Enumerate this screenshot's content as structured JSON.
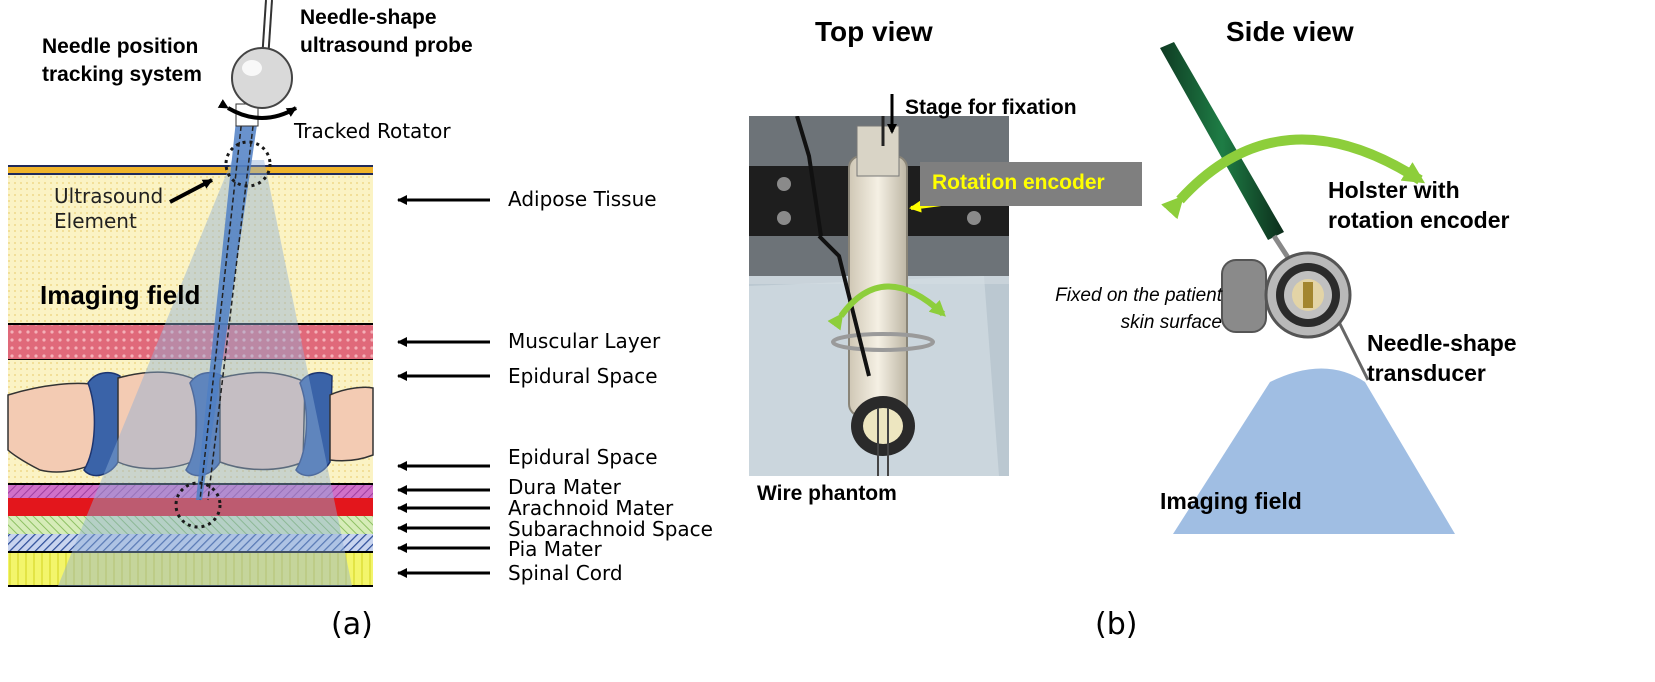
{
  "panel_a": {
    "caption": "(a)",
    "probe_label": [
      "Needle-shape",
      "ultrasound probe"
    ],
    "tracking_label": [
      "Needle position",
      "tracking system"
    ],
    "rotator_label": "Tracked Rotator",
    "element_label": [
      "Ultrasound",
      "Element"
    ],
    "field_label": "Imaging field",
    "layers": [
      "Adipose Tissue",
      "Muscular Layer",
      "Epidural Space",
      "Epidural Space",
      "Dura Mater",
      "Arachnoid Mater",
      "Subarachnoid Space",
      "Pia Mater",
      "Spinal Cord"
    ]
  },
  "panel_b": {
    "caption": "(b)",
    "top_view_title": "Top view",
    "side_view_title": "Side view",
    "stage_label": "Stage for fixation",
    "encoder_label": "Rotation encoder",
    "phantom_label": "Wire phantom",
    "fixed_label": [
      "Fixed on the patient",
      "skin surface"
    ],
    "holster_label": [
      "Holster with",
      "rotation encoder"
    ],
    "transducer_label": [
      "Needle-shape",
      "transducer"
    ],
    "field_label": "Imaging field"
  },
  "colors": {
    "adipose": "#fbf3c4",
    "muscle": "#e0697a",
    "vertebra": "#f3cbb3",
    "disc": "#3a63a8",
    "dura": "#c75bc0",
    "arachnoid": "#e3161c",
    "subarachnoid": "#b7dd8f",
    "pia": "#3a5ea8",
    "cord": "#f3f56b",
    "beam": "#8fb0d8",
    "green_arrow": "#8dce3b",
    "encoder_yellow": "#ffff00",
    "encoder_box": "#7f7f7f"
  }
}
